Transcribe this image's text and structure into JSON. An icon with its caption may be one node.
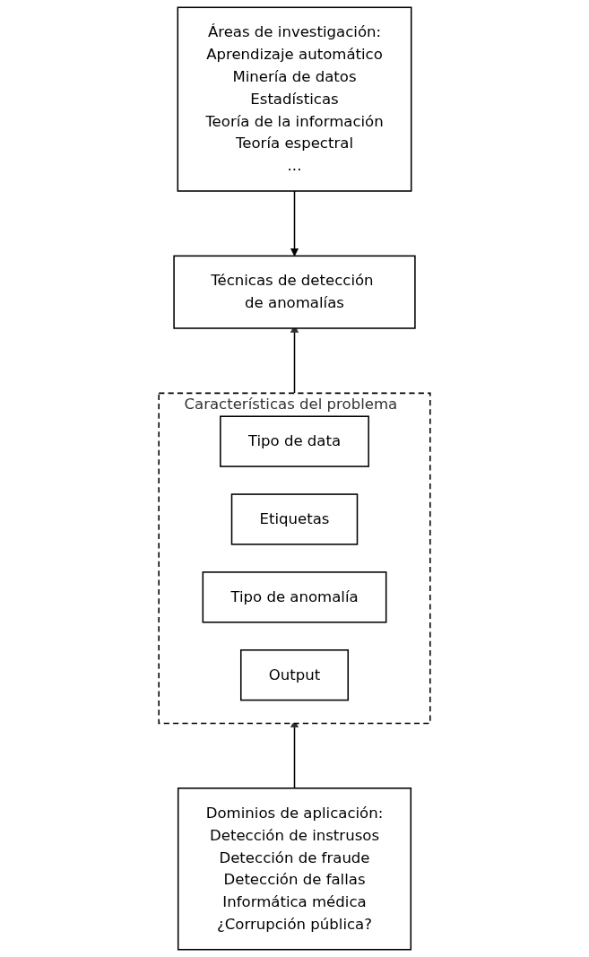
{
  "diagram": {
    "nodes": [
      {
        "text": [
          "Áreas de investigación:",
          "Aprendizaje automático",
          "Minería de datos",
          "Estadísticas",
          "Teoría de la información",
          "Teoría espectral",
          "..."
        ]
      },
      {
        "text": [
          "Técnicas de detección de anomalías"
        ]
      },
      {
        "text": [
          "Características del problema"
        ]
      },
      {
        "text": [
          "Tipo de data"
        ],
        "in": 2
      },
      {
        "text": [
          "Etiquetas"
        ],
        "in": 2
      },
      {
        "text": [
          "Tipo de anomalía"
        ],
        "in": 2
      },
      {
        "text": [
          "Output"
        ],
        "in": 2
      },
      {
        "text": [
          "Dominios de aplicación:",
          "Detección de instrusos",
          "Detección de fraude",
          "Detección de fallas",
          "Informática médica",
          "¿Corrupción pública?"
        ]
      }
    ],
    "edges": [
      {
        "from": 0,
        "to": 1,
        "arrow": "to"
      },
      {
        "from": 2,
        "to": 1,
        "arrow": "to"
      },
      {
        "from": 7,
        "to": 2,
        "arrow": "to"
      }
    ]
  }
}
